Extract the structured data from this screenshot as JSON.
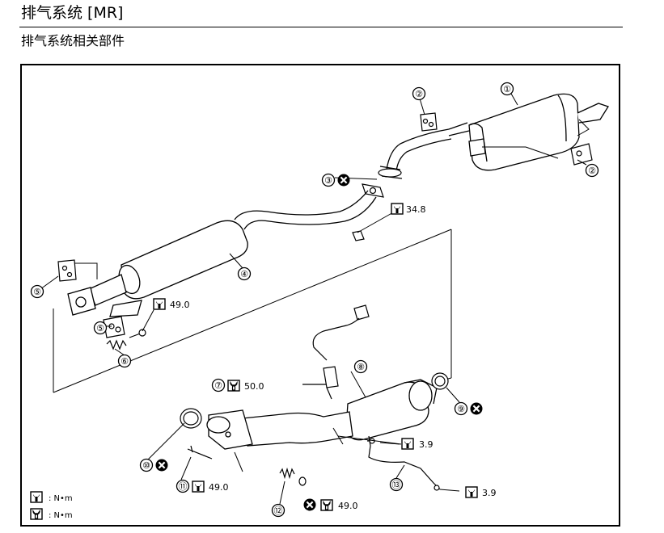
{
  "header": {
    "title": "排气系统 [MR]",
    "subtitle": "排气系统相关部件"
  },
  "callouts": {
    "c1": "①",
    "c2a": "②",
    "c2b": "②",
    "c3": "③",
    "c4": "④",
    "c5a": "⑤",
    "c5b": "⑤",
    "c6": "⑥",
    "c7": "⑦",
    "c8": "⑧",
    "c9": "⑨",
    "c10": "⑩",
    "c11": "⑪",
    "c12": "⑫",
    "c13": "⑬"
  },
  "torque": {
    "t_34_8": "34.8",
    "t_49_0_a": "49.0",
    "t_50_0": "50.0",
    "t_3_9_a": "3.9",
    "t_49_0_b": "49.0",
    "t_3_9_b": "3.9",
    "t_49_0_c": "49.0"
  },
  "legend": {
    "nm_a": ": N•m",
    "nm_b": ": N•m"
  },
  "icons": [
    "torque-wrench-icon",
    "torque-wrench-open-icon",
    "do-not-reuse-icon"
  ]
}
